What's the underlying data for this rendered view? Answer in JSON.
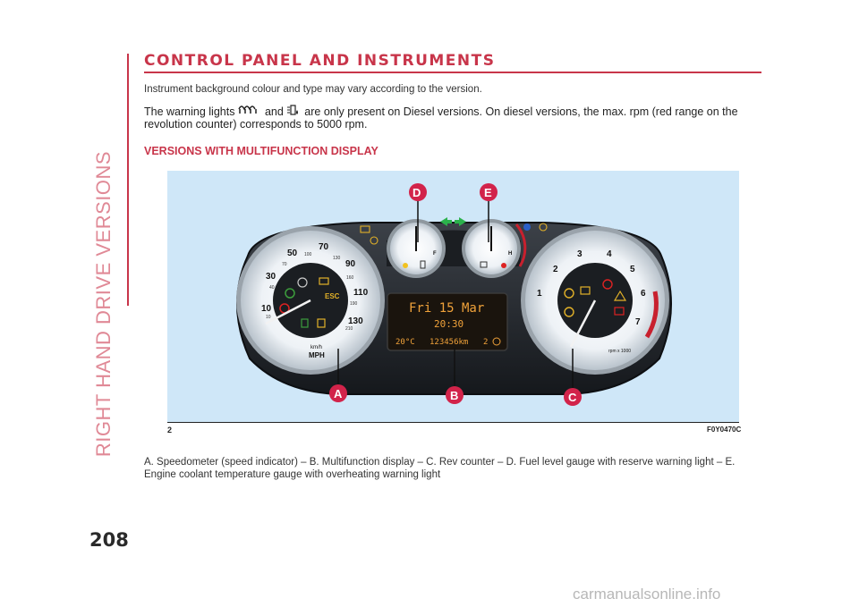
{
  "sidebar": {
    "section_title": "RIGHT HAND DRIVE VERSIONS"
  },
  "header": {
    "title": "CONTROL PANEL AND INSTRUMENTS"
  },
  "intro": {
    "note": "Instrument background colour and type may vary according to the version.",
    "warning_part1": "The warning lights",
    "warning_and": "and",
    "warning_part2": "are only present on Diesel versions. On diesel versions, the max. rpm (red range on the revolution counter) corresponds to 5000 rpm.",
    "icons": [
      "glow-plug-icon",
      "diesel-filter-water-icon"
    ]
  },
  "subheading": "VERSIONS WITH MULTIFUNCTION DISPLAY",
  "figure": {
    "number": "2",
    "code": "F0Y0470C",
    "callouts": [
      "A",
      "B",
      "C",
      "D",
      "E"
    ],
    "speedometer": {
      "kmh_ticks": [
        "10",
        "30",
        "50",
        "70",
        "90",
        "110",
        "130"
      ],
      "outer_ticks": [
        "10",
        "40",
        "70",
        "100",
        "130",
        "160",
        "190",
        "210"
      ],
      "unit_top": "km/h",
      "unit_bottom": "MPH"
    },
    "display": {
      "line1": "Fri 15 Mar",
      "line2": "20:30",
      "outside_temp": "20°C",
      "odometer": "123456km",
      "gear": "2"
    },
    "rev_counter": {
      "ticks": [
        "1",
        "2",
        "3",
        "4",
        "5",
        "6",
        "7"
      ],
      "unit": "rpm x 1000"
    },
    "fuel_gauge": {
      "full_label": "F"
    },
    "temp_gauge": {
      "hot_label": "H"
    },
    "esc_label": "ESC",
    "colors": {
      "callout": "#d2234a",
      "accent": "#c8354a",
      "display": "#f0a23a",
      "background": "#cfe7f8"
    }
  },
  "caption": "A. Speedometer (speed indicator) – B. Multifunction display – C. Rev counter – D. Fuel level gauge with reserve warning light – E. Engine coolant temperature gauge with overheating warning light",
  "page_number": "208",
  "watermark": "carmanualsonline.info"
}
